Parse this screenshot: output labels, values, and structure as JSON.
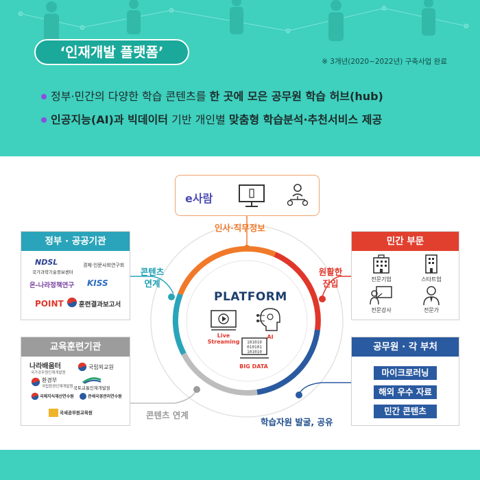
{
  "header": {
    "pill": "‘인재개발 플랫폼’",
    "note": "※ 3개년(2020~2022년) 구축사업 완료",
    "bullet1": {
      "plain": "정부·민간의 다양한 학습 콘텐츠를 ",
      "bold": "한 곳에 모은 공무원 학습 허브(hub)"
    },
    "bullet2": {
      "bold1": "인공지능(AI)과 빅데이터",
      "plain": " 기반 개인별 ",
      "bold2": "맞춤형 학습분석·추천서비스 제공"
    }
  },
  "center": {
    "title": "PLATFORM",
    "live": "Live Streaming",
    "ai": "AI",
    "bigdata": "BIG DATA"
  },
  "hr": {
    "saram": "e사람",
    "label": "인사·직무정보"
  },
  "labels": {
    "content1_a": "콘텐츠",
    "content1_b": "연계",
    "smooth_a": "원활한",
    "smooth_b": "진입",
    "content2": "콘텐츠 연계",
    "learn": "학습자원 발굴, 공유"
  },
  "gov": {
    "title": "정부 · 공공기관",
    "ndsl": "NDSL",
    "ndsl_sub": "국가과학기술정보센터",
    "econ": "경제·인문사회연구회",
    "onnara": "온-나라정책연구",
    "kiss": "KISS",
    "point": "POINT",
    "report": "훈련결과보고서"
  },
  "private": {
    "title": "민간 부문",
    "items": [
      "전문기업",
      "스타트업",
      "전문강사",
      "전문가"
    ]
  },
  "edu": {
    "title": "교육훈련기관",
    "narabaeum": "나라배움터",
    "narabaeum_sub": "국가공무원인재개발원",
    "foreign": "국립외교원",
    "env_a": "환경부",
    "env_b": "국립환경인재개발원",
    "land": "국토교통인재개발원",
    "ip": "국제지식재산연수원",
    "customs": "관세국경관리연수원",
    "tax": "국세공무원교육원"
  },
  "civil": {
    "title": "공무원 · 각 부처",
    "items": [
      "마이크로러닝",
      "해외 우수 자료",
      "민간 콘텐츠"
    ]
  },
  "colors": {
    "teal": "#3fd0be",
    "orange": "#f07a2a",
    "red": "#e0372b",
    "blue": "#2a5aa0",
    "cyan": "#2aa4ba",
    "gray": "#9c9c9c"
  }
}
